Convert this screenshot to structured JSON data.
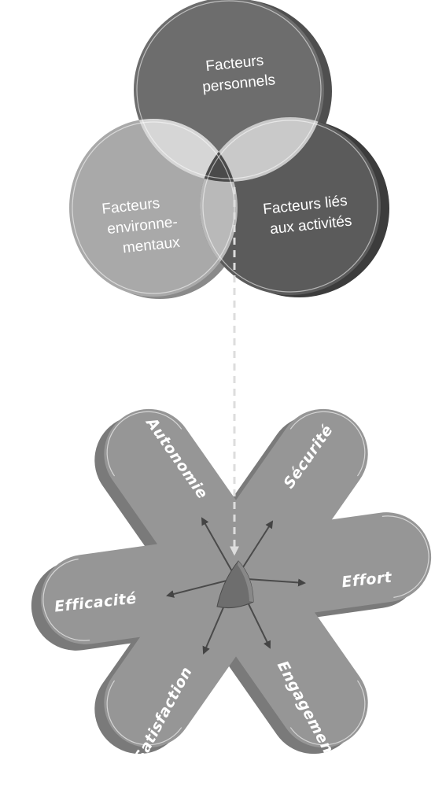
{
  "venn": {
    "personal": [
      "Facteurs",
      "personnels"
    ],
    "environmental": [
      "Facteurs",
      "environne-",
      "mentaux"
    ],
    "activities": [
      "Facteurs liés",
      "aux activités"
    ]
  },
  "star": {
    "autonomie": "Autonomie",
    "securite": "Sécurité",
    "effort": "Effort",
    "efficacite": "Efficacité",
    "satisfaction": "Satisfaction",
    "engagement": "Engagement"
  }
}
